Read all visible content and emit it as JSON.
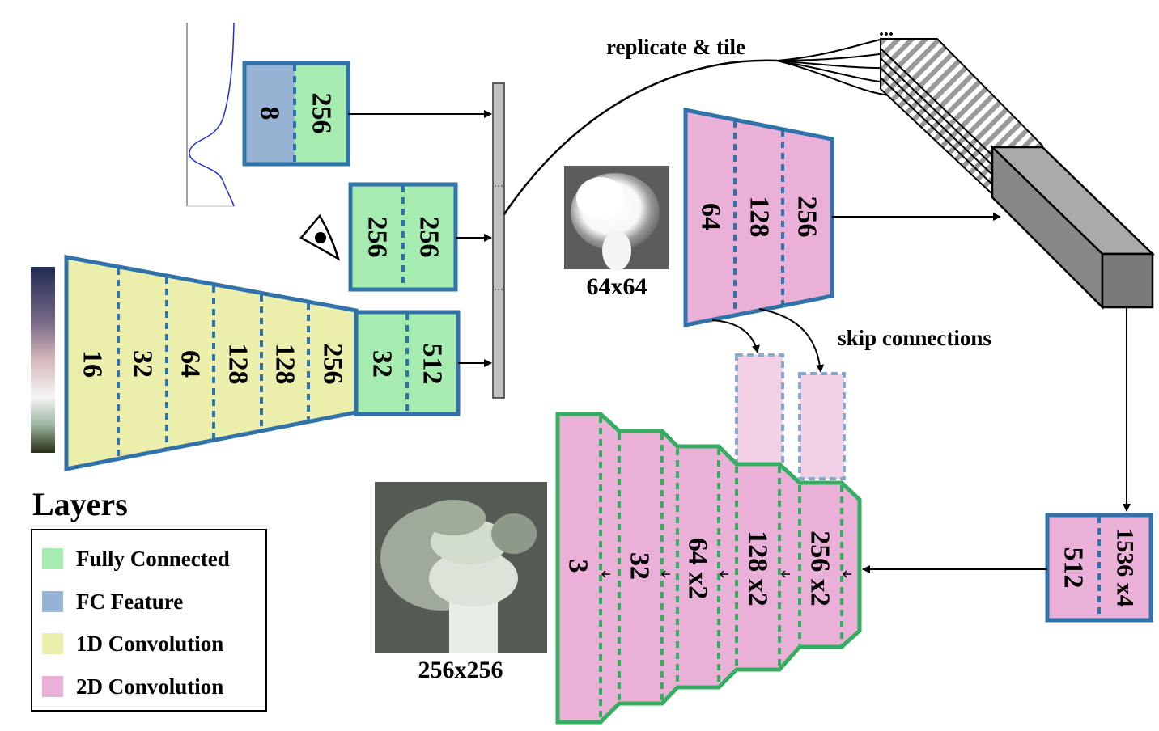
{
  "colors": {
    "fully_connected": "#a6ecb0",
    "fc_feature": "#97b3d4",
    "conv1d": "#ecefab",
    "conv2d": "#eab0d8",
    "skip_fill": "#f2d1e6",
    "border_blue": "#3072aa",
    "border_green": "#36ae62",
    "box_gray": "#888888"
  },
  "fc_feature_block": {
    "feature": "8",
    "fc": "256"
  },
  "view_block": {
    "layers": [
      "256",
      "256"
    ]
  },
  "conv1d_block": {
    "layers": [
      "16",
      "32",
      "64",
      "128",
      "128",
      "256"
    ],
    "fc_layers": [
      "32",
      "512"
    ]
  },
  "image_small": {
    "caption": "64x64"
  },
  "encoder2d": {
    "layers": [
      "64",
      "128",
      "256"
    ]
  },
  "replicate_label": "replicate & tile",
  "ellipsis": "...",
  "skip_label": "skip connections",
  "bottleneck": {
    "layers": [
      "512",
      "1536 x4"
    ]
  },
  "decoder": {
    "layers": [
      "3",
      "32",
      "64 x2",
      "128 x2",
      "256 x2"
    ]
  },
  "image_large": {
    "caption": "256x256"
  },
  "legend": {
    "title": "Layers",
    "items": [
      {
        "label": "Fully Connected",
        "color": "#a6ecb0"
      },
      {
        "label": "FC Feature",
        "color": "#97b3d4"
      },
      {
        "label": "1D Convolution",
        "color": "#ecefab"
      },
      {
        "label": "2D Convolution",
        "color": "#eab0d8"
      }
    ]
  }
}
